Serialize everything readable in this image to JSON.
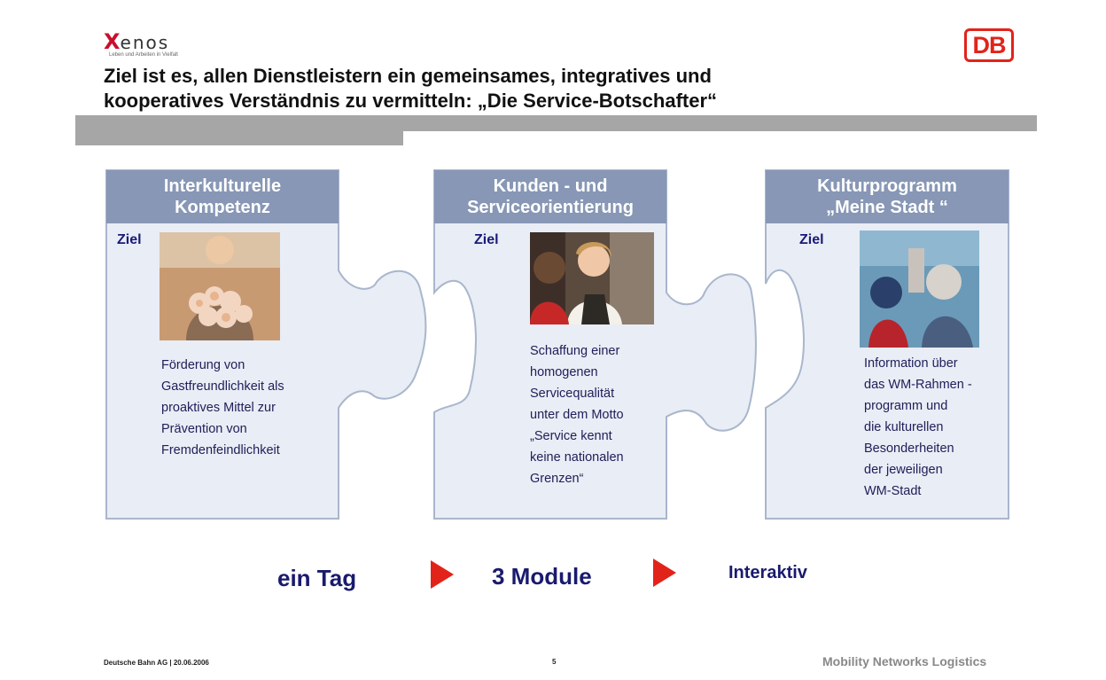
{
  "header": {
    "logo_text_first": "X",
    "logo_text_rest": "enos",
    "logo_tagline": "Leben und Arbeiten in Vielfalt",
    "db_logo": "DB",
    "title_line1": "Ziel ist es, allen Dienstleistern ein gemeinsames, integratives und",
    "title_line2": "kooperatives Verständnis zu vermitteln: „Die Service-Botschafter“"
  },
  "panels": [
    {
      "header_line1": "Interkulturelle",
      "header_line2": "Kompetenz",
      "ziel": "Ziel",
      "text": [
        "Förderung von",
        "Gastfreundlichkeit als",
        "proaktives Mittel zur",
        "Prävention von",
        "Fremdenfeindlichkeit"
      ]
    },
    {
      "header_line1": "Kunden - und",
      "header_line2": "Serviceorientierung",
      "ziel": "Ziel",
      "text": [
        "Schaffung einer",
        "homogenen",
        "Servicequalität",
        "unter dem Motto",
        "„Service kennt",
        "keine nationalen",
        "Grenzen“"
      ]
    },
    {
      "header_line1": "Kulturprogramm",
      "header_line2": "„Meine Stadt “",
      "ziel": "Ziel",
      "text": [
        "Information über",
        "das WM-Rahmen -",
        "programm und",
        "die kulturellen",
        "Besonderheiten",
        "der jeweiligen",
        "WM-Stadt"
      ]
    }
  ],
  "bottom": {
    "item1": "ein Tag",
    "item2": "3 Module",
    "item3": "Interaktiv"
  },
  "footer": {
    "left": "Deutsche Bahn AG | 20.06.2006",
    "page": "5",
    "right": "Mobility Networks Logistics"
  },
  "colors": {
    "panel_header": "#8797b5",
    "panel_fill": "#e9edf5",
    "accent_red": "#e2231a",
    "text_navy": "#1a1a6e"
  }
}
